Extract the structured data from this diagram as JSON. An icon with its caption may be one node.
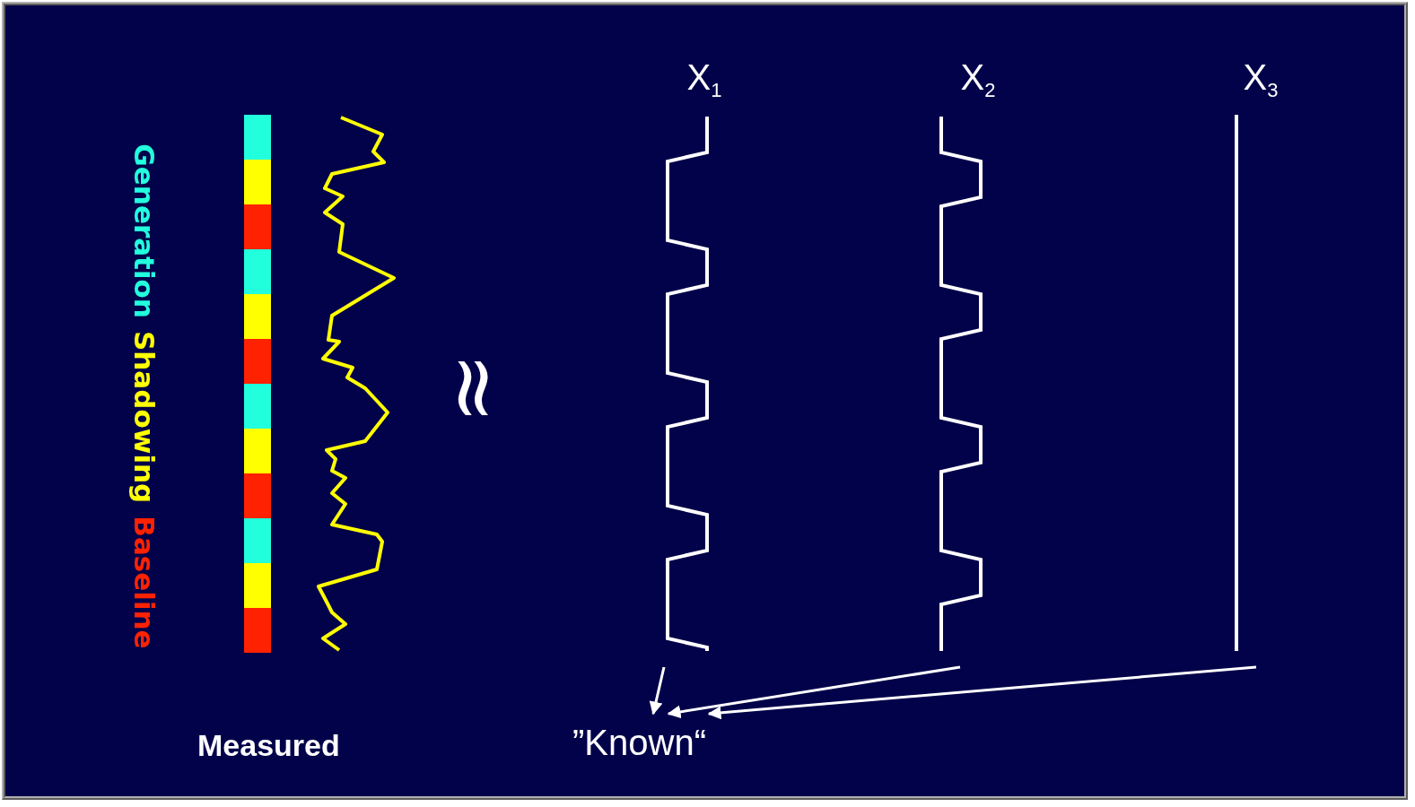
{
  "diagram": {
    "nodes": [
      {
        "text": [
          "X$_{1}$"
        ]
      },
      {
        "text": [
          "X$_{2}$"
        ]
      },
      {
        "text": [
          "X$_{3}$"
        ]
      },
      {
        "text": [
          "”Known“"
        ]
      }
    ],
    "edges": [
      {
        "from": 0,
        "to": 3,
        "arrow": "to"
      },
      {
        "from": 1,
        "to": 3,
        "arrow": "to"
      },
      {
        "from": 2,
        "to": 3,
        "arrow": "to"
      }
    ],
    "labels": [
      "≈",
      "Measured"
    ],
    "legend": [
      {
        "text": "Generation",
        "color": "#22ffdd"
      },
      {
        "text": "Shadowing",
        "color": "#ffff00"
      },
      {
        "text": "Baseline",
        "color": "#ff2200"
      }
    ]
  }
}
